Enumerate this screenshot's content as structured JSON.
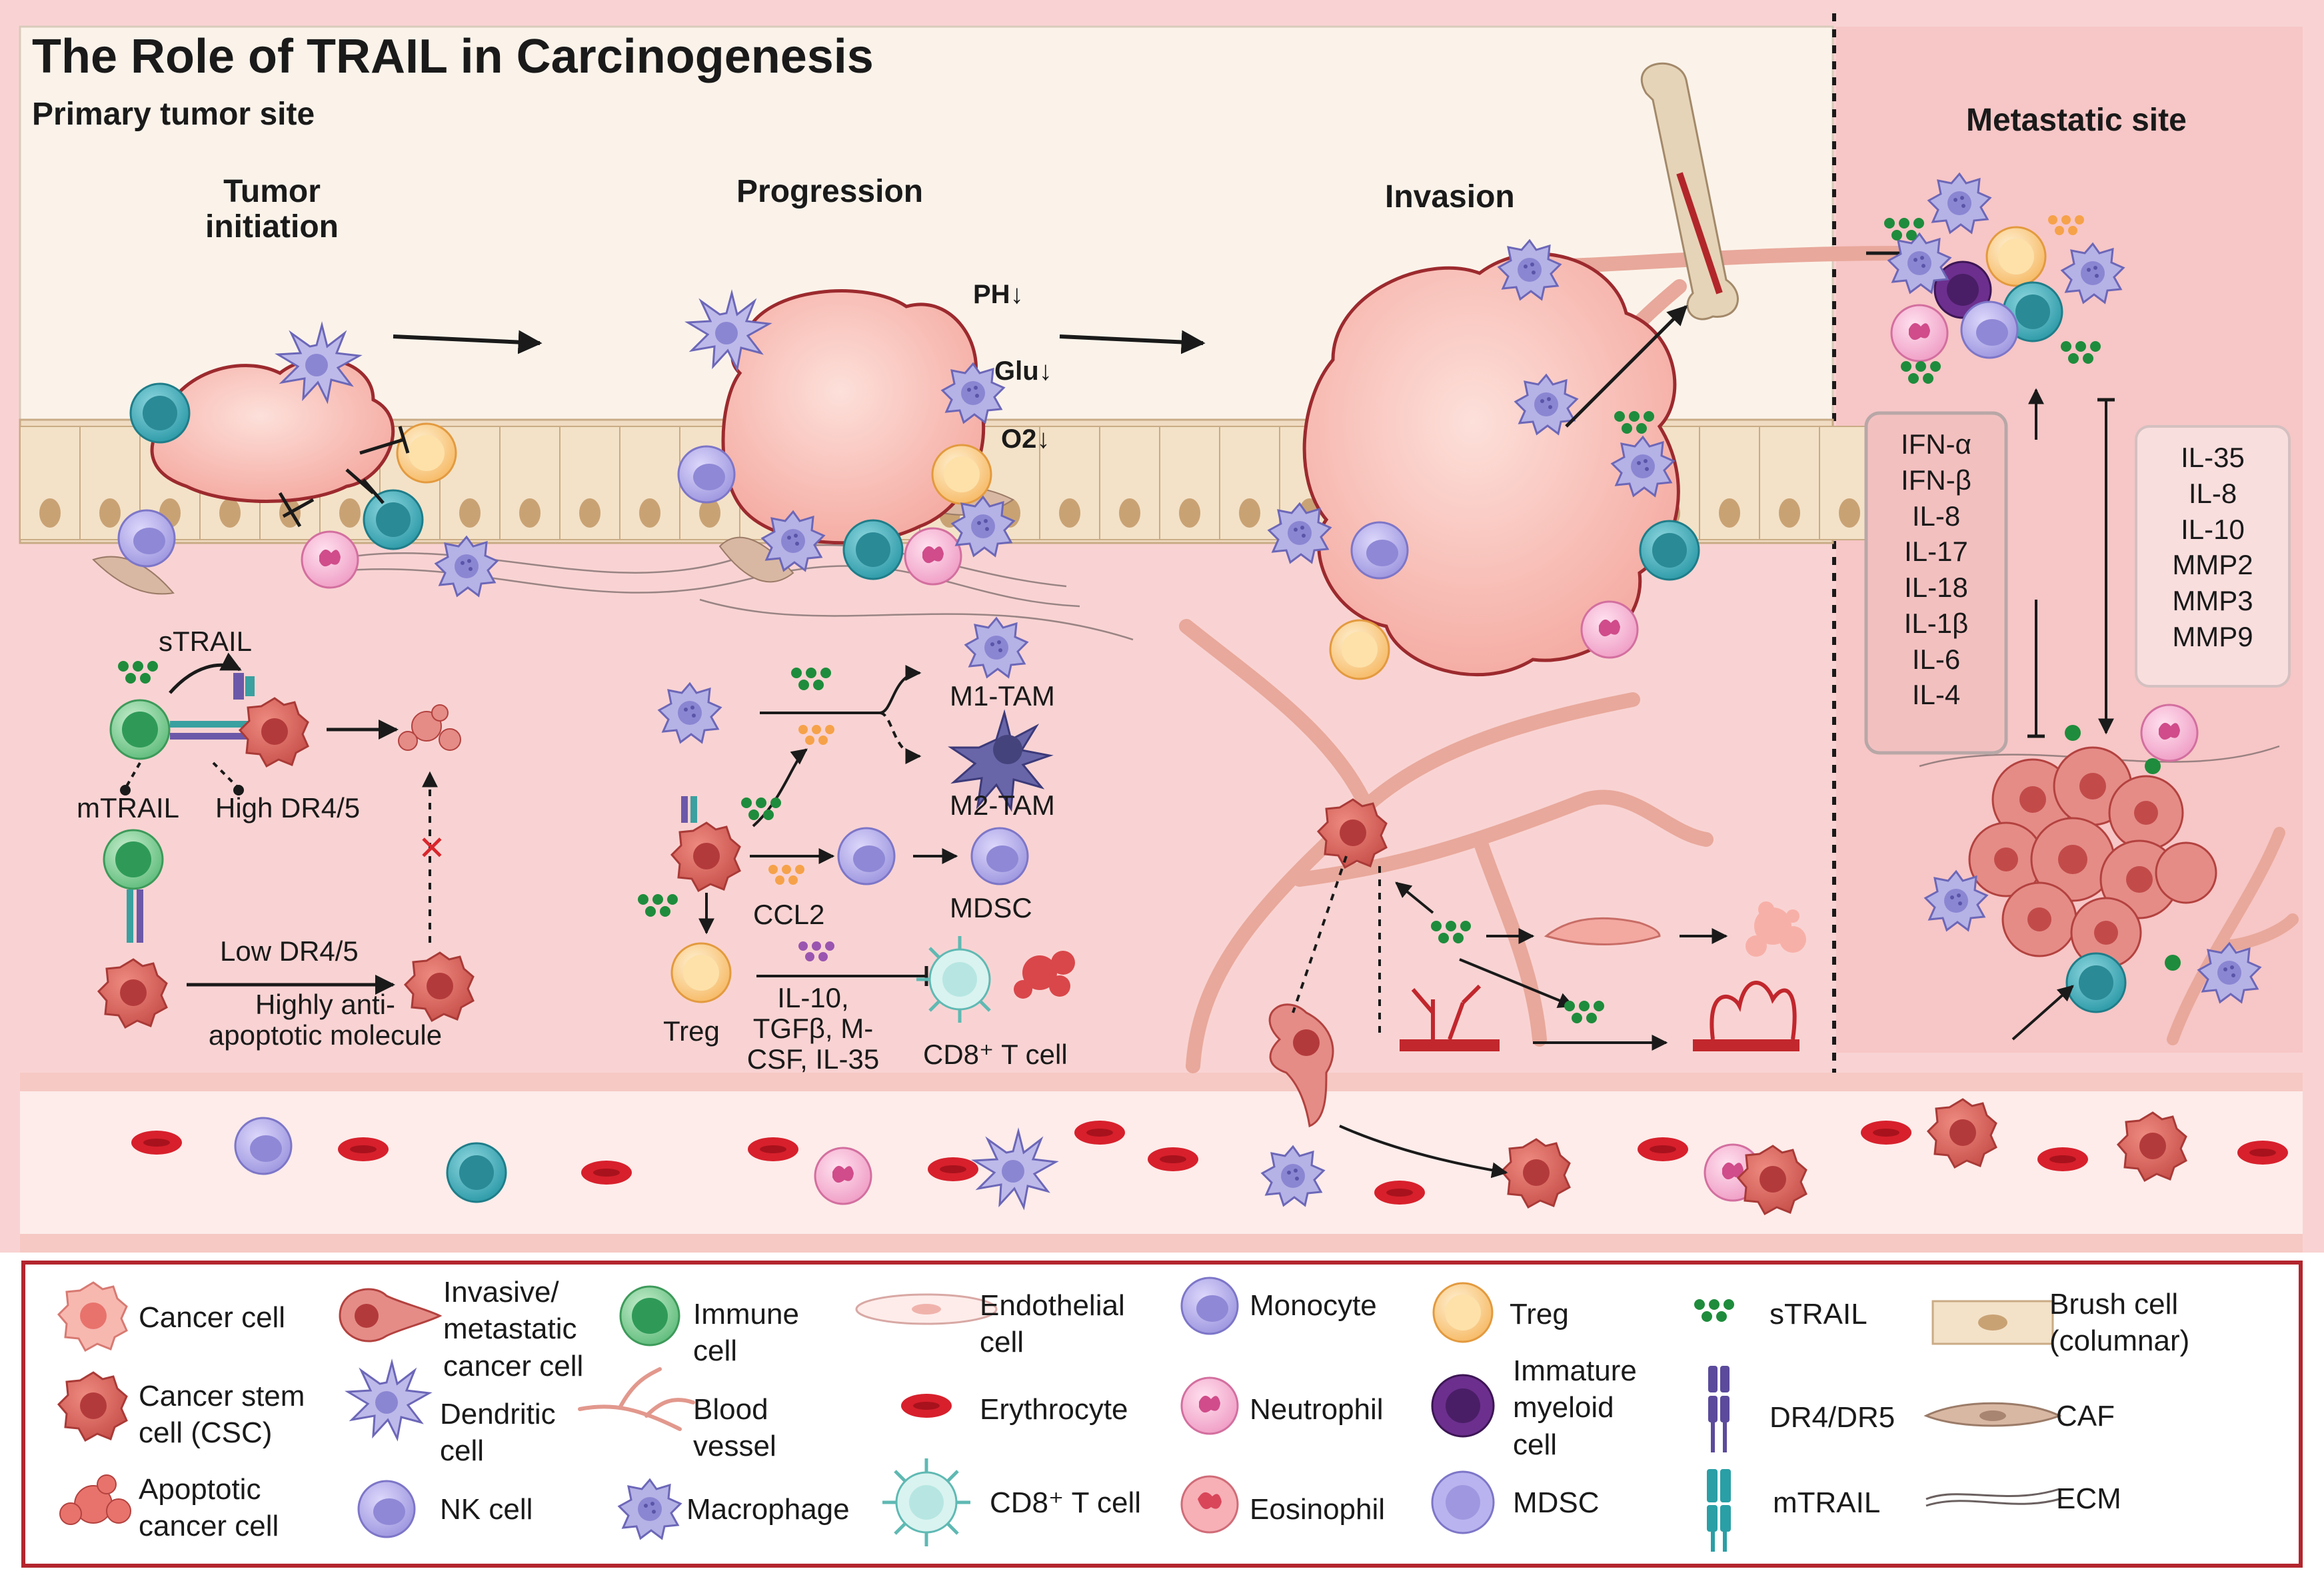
{
  "header": {
    "title": "The Role of TRAIL in Carcinogenesis",
    "primary_site": "Primary tumor site",
    "metastatic_site": "Metastatic site"
  },
  "stages": {
    "initiation": "Tumor\ninitiation",
    "progression": "Progression",
    "invasion": "Invasion"
  },
  "conditions": {
    "ph": "PH↓",
    "glu": "Glu↓",
    "o2": "O2↓"
  },
  "initiation_panel": {
    "strail": "sTRAIL",
    "mtrail": "mTRAIL",
    "high_dr": "High DR4/5",
    "low_dr": "Low DR4/5",
    "anti_apoptotic": "Highly anti-\napoptotic molecule"
  },
  "progression_panel": {
    "m1": "M1-TAM",
    "m2": "M2-TAM",
    "ccl2": "CCL2",
    "mdsc": "MDSC",
    "treg": "Treg",
    "cytokines": "IL-10,\nTGFβ, M-\nCSF, IL-35",
    "cd8": "CD8⁺ T cell"
  },
  "metastatic_panel": {
    "promoting": [
      "IFN-α",
      "IFN-β",
      "IL-8",
      "IL-17",
      "IL-18",
      "IL-1β",
      "IL-6",
      "IL-4"
    ],
    "inhibiting": [
      "IL-35",
      "IL-8",
      "IL-10",
      "MMP2",
      "MMP3",
      "MMP9"
    ]
  },
  "legend": [
    {
      "id": "cancer",
      "label": "Cancer cell"
    },
    {
      "id": "csc",
      "label": "Cancer stem\ncell (CSC)"
    },
    {
      "id": "apoptotic",
      "label": "Apoptotic\ncancer cell"
    },
    {
      "id": "invasive",
      "label": "Invasive/\nmetastatic\ncancer cell"
    },
    {
      "id": "dendritic",
      "label": "Dendritic\ncell"
    },
    {
      "id": "nk",
      "label": "NK cell"
    },
    {
      "id": "immune",
      "label": "Immune\ncell"
    },
    {
      "id": "blood",
      "label": "Blood\nvessel"
    },
    {
      "id": "macrophage",
      "label": "Macrophage"
    },
    {
      "id": "endothelial",
      "label": "Endothelial\ncell"
    },
    {
      "id": "erythrocyte",
      "label": "Erythrocyte"
    },
    {
      "id": "cd8",
      "label": "CD8⁺ T cell"
    },
    {
      "id": "monocyte",
      "label": "Monocyte"
    },
    {
      "id": "neutrophil",
      "label": "Neutrophil"
    },
    {
      "id": "eosinophil",
      "label": "Eosinophil"
    },
    {
      "id": "treg",
      "label": "Treg"
    },
    {
      "id": "immature",
      "label": "Immature\nmyeloid\ncell"
    },
    {
      "id": "mdsc",
      "label": "MDSC"
    },
    {
      "id": "strail",
      "label": "sTRAIL"
    },
    {
      "id": "drdr",
      "label": "DR4/DR5"
    },
    {
      "id": "mtrail",
      "label": "mTRAIL"
    },
    {
      "id": "brush",
      "label": "Brush cell\n(columnar)"
    },
    {
      "id": "caf",
      "label": "CAF"
    },
    {
      "id": "ecm",
      "label": "ECM"
    }
  ],
  "colors": {
    "top_bg": "#fbf3ea",
    "tissue_bg": "#f9d3d3",
    "vessel_bg": "#fdecea",
    "tumor": "#f7b8b0",
    "tumor_edge": "#9c2a2e",
    "macrophage": "#aaa8e0",
    "immune": "#7fcf96",
    "treg": "#fbd49c",
    "cyan_cell": "#3fb2bd",
    "neutrophil": "#f3a7cb",
    "erythrocyte": "#d92a35",
    "strail": "#1e8c3c",
    "legend_border": "#b3262e"
  }
}
